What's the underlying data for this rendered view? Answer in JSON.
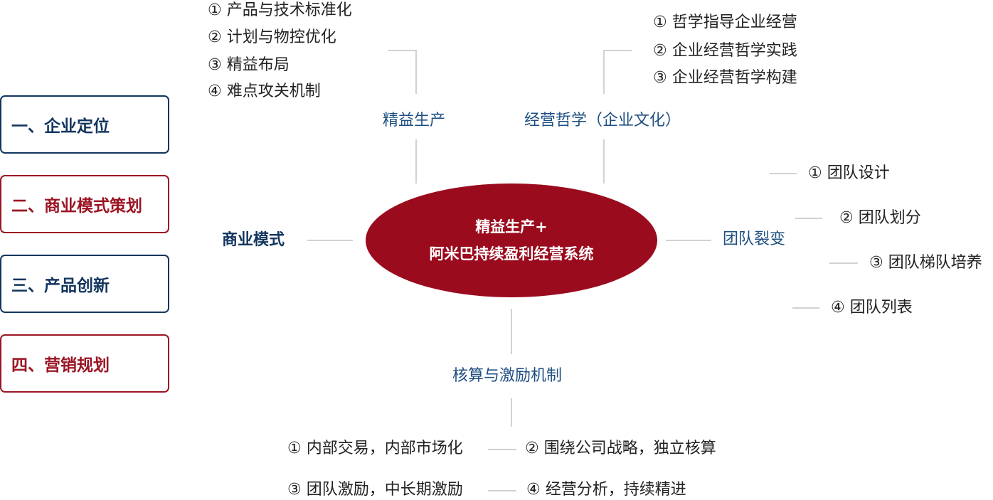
{
  "left_menu": [
    {
      "label": "一、企业定位",
      "color": "#12355e"
    },
    {
      "label": "二、商业模式策划",
      "color": "#9b1524"
    },
    {
      "label": "三、产品创新",
      "color": "#12355e"
    },
    {
      "label": "四、营销规划",
      "color": "#9b1524"
    }
  ],
  "center": {
    "line1": "精益生产+",
    "line2": "阿米巴持续盈利经营系统",
    "fill": "#9b0b1e"
  },
  "branches": {
    "lean": {
      "title": "精益生产",
      "items": [
        "① 产品与技术标准化",
        "② 计划与物控优化",
        "③ 精益布局",
        "④ 难点攻关机制"
      ]
    },
    "philosophy": {
      "title": "经营哲学（企业文化）",
      "items": [
        "① 哲学指导企业经营",
        "② 企业经营哲学实践",
        "③ 企业经营哲学构建"
      ]
    },
    "business": {
      "title": "商业模式"
    },
    "team": {
      "title": "团队裂变",
      "items": [
        "① 团队设计",
        "② 团队划分",
        "③ 团队梯队培养",
        "④ 团队列表"
      ]
    },
    "accounting": {
      "title": "核算与激励机制",
      "items": [
        "① 内部交易，内部市场化",
        "② 围绕公司战略，独立核算",
        "③ 团队激励，中长期激励",
        "④ 经营分析，持续精进"
      ]
    }
  }
}
